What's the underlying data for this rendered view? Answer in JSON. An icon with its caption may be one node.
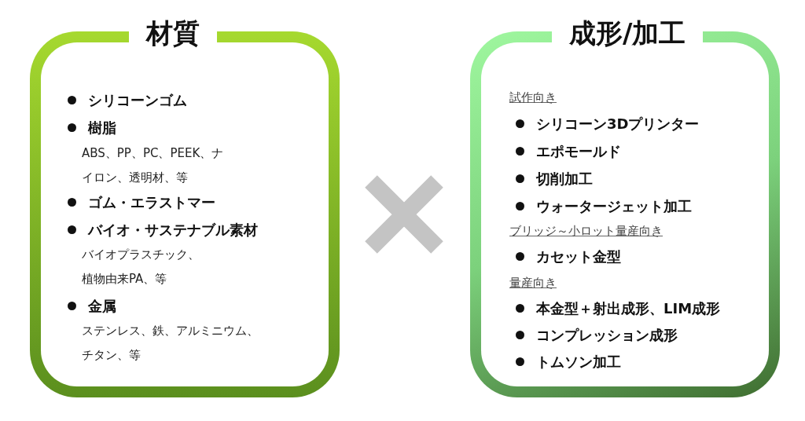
{
  "diagram": {
    "nodes": [
      {
        "text": [
          "材質",
          "シリコーンゴム",
          "樹脂",
          "ABS、PP、PC、PEEK、ナイロン、透明材、等",
          "ゴム・エラストマー",
          "バイオ・サステナブル素材",
          "バイオプラスチック、植物由来PA、等",
          "金属",
          "ステンレス、鉄、アルミニウム、チタン、等"
        ]
      },
      {
        "text": [
          "成形/加工",
          "試作向き",
          "シリコーン3Dプリンター",
          "エポモールド",
          "切削加工",
          "ウォータージェット加工",
          "ブリッジ～小ロット量産向き",
          "カセット金型",
          "量産向き",
          "本金型＋射出成形、LIM成形",
          "コンプレッション成形",
          "トムソン加工"
        ]
      }
    ]
  }
}
